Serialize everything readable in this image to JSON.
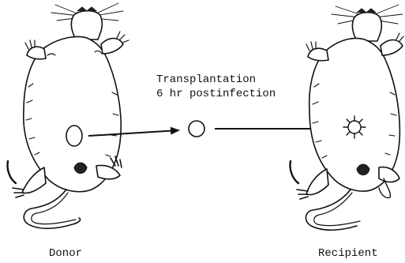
{
  "labels": {
    "donor": "Donor",
    "recipient": "Recipient",
    "transplant_line1": "Transplantation",
    "transplant_line2": "6 hr postinfection"
  },
  "icons": {
    "donor_animal": "rat-donor-icon",
    "recipient_animal": "rat-recipient-icon",
    "graft": "skin-graft-circle-icon",
    "healed_graft": "healed-graft-icon",
    "arrow": "arrow-right-icon"
  },
  "colors": {
    "ink": "#111111",
    "background": "#ffffff"
  }
}
